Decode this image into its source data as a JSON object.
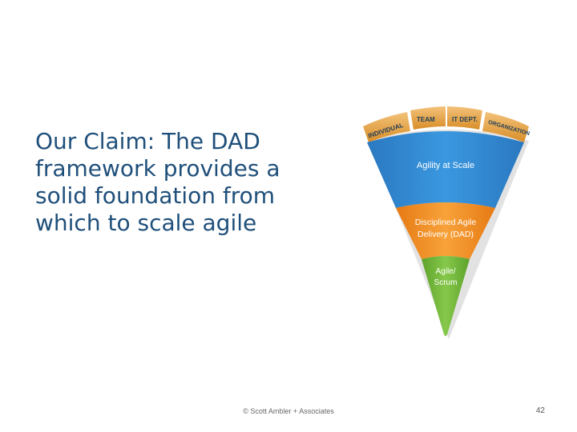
{
  "slide": {
    "claim": "Our Claim: The DAD\nframework provides a\nsolid foundation from\nwhich to scale agile",
    "footer": "© Scott Ambler + Associates",
    "page_number": "42"
  },
  "diagram": {
    "tabs": [
      {
        "label": "INDIVIDUAL"
      },
      {
        "label": "TEAM"
      },
      {
        "label": "IT DEPT."
      },
      {
        "label": "ORGANIZATION"
      }
    ],
    "layers": [
      {
        "label": "Agility at Scale",
        "color": "#2e86d1"
      },
      {
        "label_line1": "Disciplined Agile",
        "label_line2": "Delivery (DAD)",
        "color": "#f08a1c"
      },
      {
        "label_line1": "Agile/",
        "label_line2": "Scrum",
        "color": "#6fb23a"
      }
    ],
    "tab_color": "#e6a23a"
  }
}
